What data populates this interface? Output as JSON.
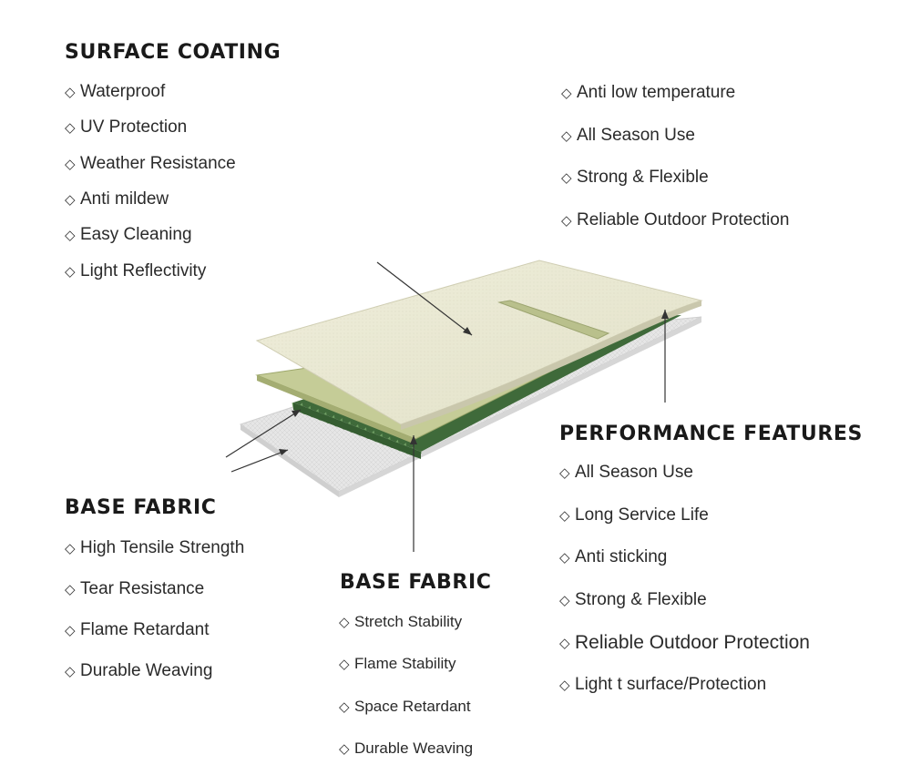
{
  "surface_coating": {
    "title": "SURFACE COATING",
    "items": [
      "Waterproof",
      "UV Protection",
      "Weather Resistance",
      "Anti mildew",
      "Easy Cleaning",
      "Light Reflectivity"
    ]
  },
  "top_right": {
    "items": [
      "Anti low temperature",
      "All Season Use",
      "Strong & Flexible",
      "Reliable Outdoor Protection"
    ]
  },
  "base_fabric_left": {
    "title": "BASE FABRIC",
    "items": [
      "High Tensile Strength",
      "Tear Resistance",
      "Flame Retardant",
      "Durable Weaving"
    ]
  },
  "base_fabric_center": {
    "title": "BASE FABRIC",
    "items": [
      "Stretch Stability",
      "Flame Stability",
      "Space Retardant",
      "Durable Weaving"
    ]
  },
  "performance_features": {
    "title": "PERFORMANCE FEATURES",
    "items": [
      "All Season Use",
      "Long Service Life",
      "Anti sticking",
      "Strong & Flexible",
      "Reliable Outdoor Protection",
      "Light t surface/Protection"
    ]
  },
  "bullet_symbol": "◇",
  "colors": {
    "top_layer": "#e9e8d4",
    "middle_layer": "#c9cf9c",
    "core_layer": "#4e7b47",
    "base_layer": "#e4e4e4",
    "text": "#2a2a2a"
  }
}
